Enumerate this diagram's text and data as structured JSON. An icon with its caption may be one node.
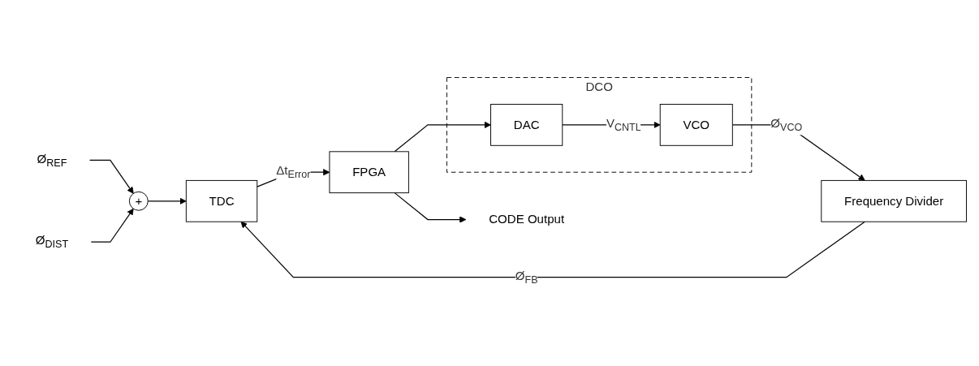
{
  "diagram": {
    "nodes": [
      {
        "text": [
          "Ø$_{REF}$"
        ]
      },
      {
        "text": [
          "Ø$_{DIST}$"
        ]
      },
      {
        "text": [
          "+"
        ]
      },
      {
        "text": [
          "TDC"
        ]
      },
      {
        "text": [
          "FPGA"
        ]
      },
      {
        "text": [
          "CODE Output"
        ]
      },
      {
        "text": [
          "DCO"
        ]
      },
      {
        "text": [
          "DAC"
        ],
        "in": 6
      },
      {
        "text": [
          "VCO"
        ],
        "in": 6
      },
      {
        "text": [
          "Frequency Divider"
        ]
      }
    ],
    "edges": [
      {
        "from": 0,
        "to": 2,
        "arrow": "to"
      },
      {
        "from": 1,
        "to": 2,
        "arrow": "to"
      },
      {
        "from": 2,
        "to": 3,
        "arrow": "to"
      },
      {
        "from": 3,
        "to": 4,
        "arrow": "to",
        "label": "Δt$_{Error}$"
      },
      {
        "from": 4,
        "to": 5,
        "arrow": "to"
      },
      {
        "from": 4,
        "to": 7,
        "arrow": "to"
      },
      {
        "from": 7,
        "to": 8,
        "arrow": "to",
        "label": "V$_{CNTL}$"
      },
      {
        "from": 8,
        "to": 9,
        "arrow": "to",
        "label": "Ø$_{VCO}$"
      },
      {
        "from": 9,
        "to": 3,
        "arrow": "to",
        "label": "Ø$_{FB}$"
      }
    ]
  }
}
